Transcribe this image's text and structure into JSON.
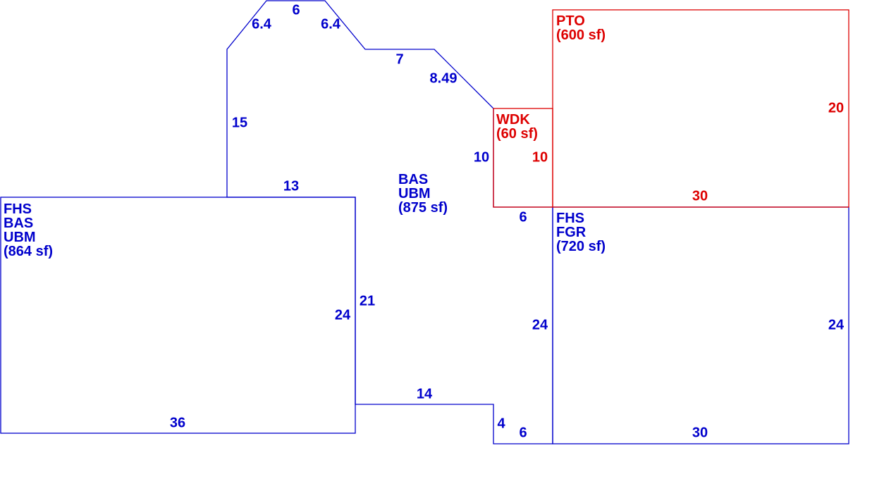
{
  "colors": {
    "blue": "#0000cc",
    "red": "#dd0000",
    "background": "#ffffff"
  },
  "areas": {
    "main": {
      "codes": [
        "BAS",
        "UBM"
      ],
      "area": "(875 sf)"
    },
    "left": {
      "codes": [
        "FHS",
        "BAS",
        "UBM"
      ],
      "area": "(864 sf)"
    },
    "garage": {
      "codes": [
        "FHS",
        "FGR"
      ],
      "area": "(720 sf)"
    },
    "deck": {
      "codes": [
        "WDK"
      ],
      "area": "(60 sf)"
    },
    "patio": {
      "codes": [
        "PTO"
      ],
      "area": "(600 sf)"
    }
  },
  "dimensions": {
    "main": {
      "top": "6",
      "top_left_diag": "6.4",
      "top_right_diag": "6.4",
      "step_top": "7",
      "step_diag": "8.49",
      "left_wall": "15",
      "left_top": "13",
      "right_upper": "10",
      "right_notch": "6",
      "right_wall": "24",
      "inner_left": "21",
      "bottom_left": "14",
      "bottom_step": "4",
      "bottom_right": "6"
    },
    "left": {
      "right": "24",
      "bottom": "36"
    },
    "garage": {
      "right": "24",
      "bottom": "30"
    },
    "deck": {
      "right": "10"
    },
    "patio": {
      "right": "20",
      "bottom": "30"
    }
  }
}
